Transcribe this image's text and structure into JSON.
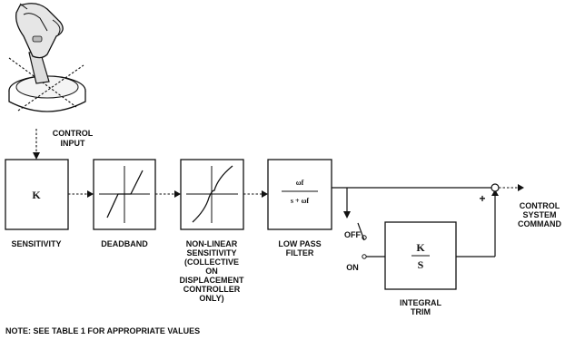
{
  "control_input": [
    "CONTROL",
    "INPUT"
  ],
  "blocks": {
    "sensitivity": {
      "symbol": "K",
      "label": [
        "SENSITIVITY"
      ]
    },
    "deadband": {
      "label": [
        "DEADBAND"
      ]
    },
    "nonlinear": {
      "label": [
        "NON-LINEAR",
        "SENSITIVITY",
        "(COLLECTIVE",
        "ON",
        "DISPLACEMENT",
        "CONTROLLER",
        "ONLY)"
      ]
    },
    "lowpass": {
      "numerator": "ωf",
      "denominator": "s + ωf",
      "label": [
        "LOW PASS",
        "FILTER"
      ]
    },
    "integral": {
      "numerator": "K",
      "denominator": "S",
      "label": [
        "INTEGRAL",
        "TRIM"
      ]
    }
  },
  "switch": {
    "off": "OFF",
    "on": "ON"
  },
  "summer_sign": "+",
  "output": [
    "CONTROL",
    "SYSTEM",
    "COMMAND"
  ],
  "note": "NOTE: SEE TABLE 1 FOR APPROPRIATE VALUES"
}
